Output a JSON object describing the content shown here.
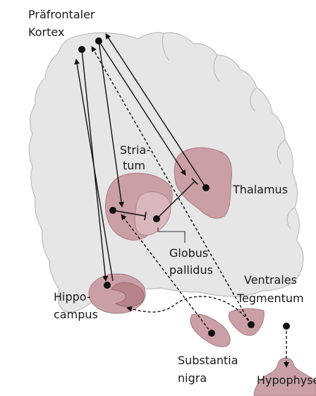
{
  "labels": {
    "prefrontal_cortex": [
      "Präfrontaler",
      "Kortex"
    ],
    "striatum": [
      "Stria-",
      "tum"
    ],
    "thalamus": "Thalamus",
    "globus_pallidus": [
      "Globus",
      "pallidus"
    ],
    "ventral_tegmentum": [
      "Ventrales",
      "Tegmentum"
    ],
    "hippocampus": [
      "Hippo-",
      "campus"
    ],
    "substantia_nigra": [
      "Substantia",
      "nigra"
    ],
    "hypophysis": "Hypophyse"
  },
  "colors": {
    "brain_fill": "#e6e6e6",
    "region_fill": "#caa0a6",
    "line": "#111111"
  }
}
